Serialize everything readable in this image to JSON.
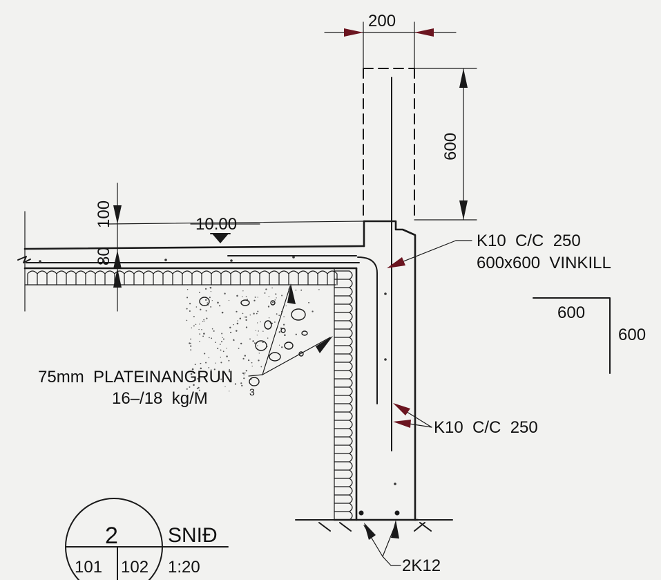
{
  "dimensions": {
    "wall_width": "200",
    "upstand_height": "600",
    "slab_thickness": "100",
    "insulation_thickness": "80",
    "floor_level": "10.00",
    "angle_leg_horizontal": "600",
    "angle_leg_vertical": "600"
  },
  "labels": {
    "rebar_top_line1": "K10  C/C  250",
    "rebar_top_line2": "600x600  VINKILL",
    "rebar_wall": "K10  C/C  250",
    "insulation_line1": "75mm  PLATEINANGRUN",
    "insulation_line2": "16–/18  kg/M",
    "insulation_sup": "3",
    "footing_bars": "2K12"
  },
  "title_block": {
    "section_number": "2",
    "title": "SNIÐ",
    "ref_left": "101",
    "ref_right": "102",
    "scale": "1:20"
  }
}
